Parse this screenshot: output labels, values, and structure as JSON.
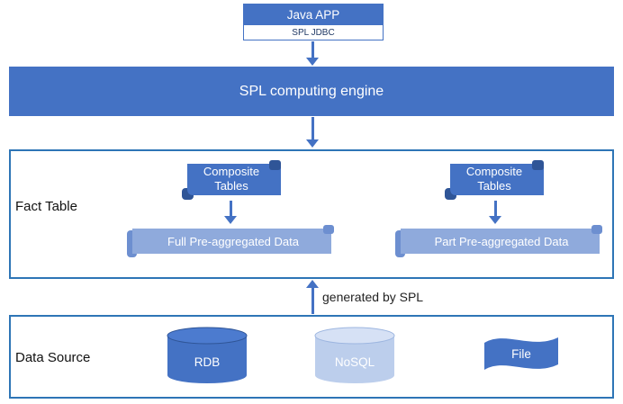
{
  "java_app": {
    "label": "Java APP",
    "jdbc_label": "SPL JDBC"
  },
  "engine": {
    "label": "SPL computing engine"
  },
  "fact_table": {
    "section_label": "Fact Table",
    "left_scroll_label": "Composite Tables",
    "right_scroll_label": "Composite Tables",
    "left_ribbon_label": "Full Pre-aggregated Data",
    "right_ribbon_label": "Part Pre-aggregated Data"
  },
  "flow": {
    "generated_label": "generated by SPL"
  },
  "data_source": {
    "section_label": "Data Source",
    "rdb_label": "RDB",
    "nosql_label": "NoSQL",
    "file_label": "File"
  },
  "colors": {
    "primary_blue": "#4472C4",
    "dark_blue": "#2F5597",
    "ribbon_blue": "#8FAADC",
    "ribbon_roll_blue": "#6D8FD0",
    "pale_cylinder_blue": "#BCCEEC",
    "section_border_blue": "#2E75B6"
  }
}
